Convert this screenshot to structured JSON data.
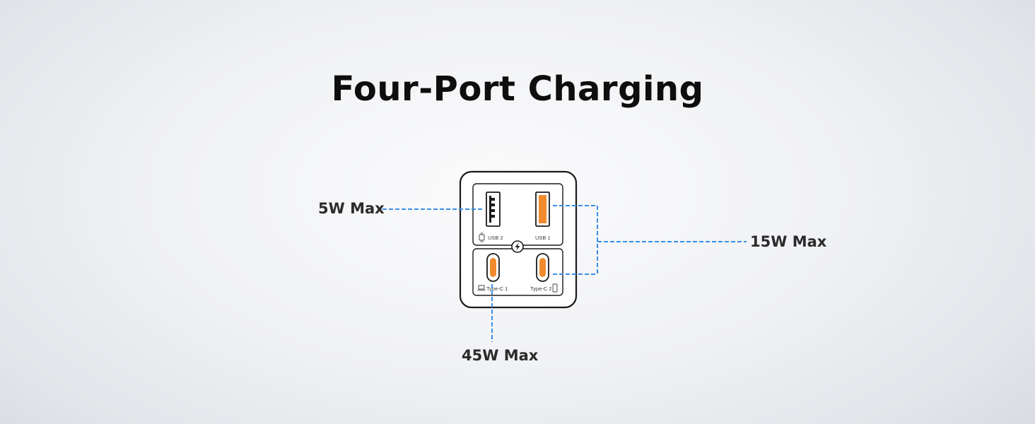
{
  "title": "Four-Port Charging",
  "callouts": {
    "left": "5W Max",
    "right": "15W Max",
    "bottom": "45W Max"
  },
  "ports": {
    "usb2": "USB 2",
    "usb1": "USB 1",
    "typec1": "Type-C 1",
    "typec2": "Type-C 2"
  },
  "colors": {
    "accent_orange": "#f08a2c",
    "callout_blue": "#3a8ee6",
    "outline": "#1a1a1a"
  },
  "icons": [
    "watch-icon",
    "lightning-icon",
    "laptop-icon",
    "phone-icon",
    "usb-a-port",
    "usb-c-port"
  ]
}
